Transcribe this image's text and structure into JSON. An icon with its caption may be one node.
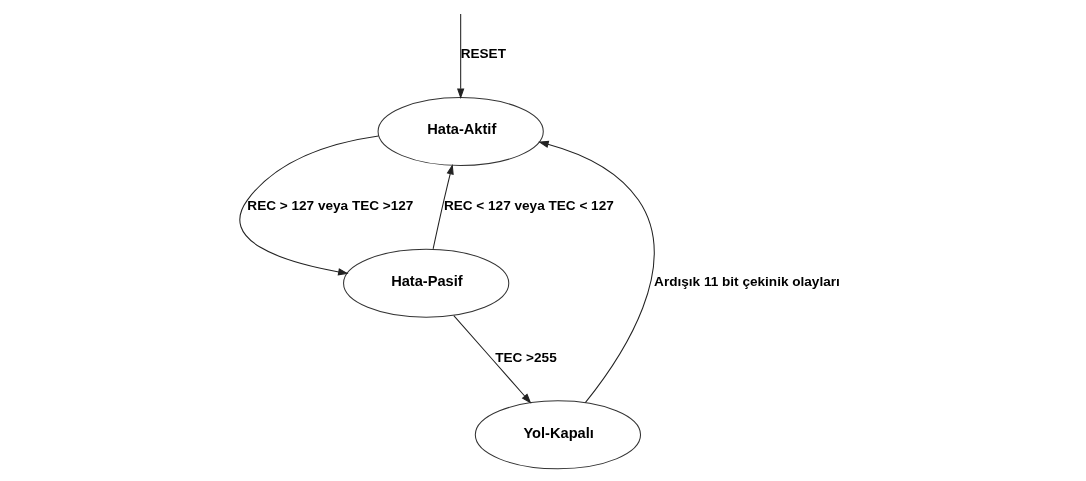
{
  "diagram": {
    "nodes": [
      {
        "text": [
          "Hata-Aktif"
        ]
      },
      {
        "text": [
          "Hata-Pasif"
        ]
      },
      {
        "text": [
          "Yol-Kapalı"
        ]
      }
    ],
    "edges": [
      {
        "from": null,
        "to": 0,
        "arrow": "to",
        "label": "RESET"
      },
      {
        "from": 1,
        "to": 0,
        "arrow": "to",
        "label": "REC < 127 veya TEC < 127"
      },
      {
        "from": 0,
        "to": 1,
        "arrow": "to",
        "label": "REC > 127 veya TEC >127"
      },
      {
        "from": 1,
        "to": 2,
        "arrow": "to",
        "label": "TEC >255"
      },
      {
        "from": 2,
        "to": 0,
        "arrow": "to",
        "label": "Ardışık 11 bit çekinik olayları"
      }
    ]
  }
}
